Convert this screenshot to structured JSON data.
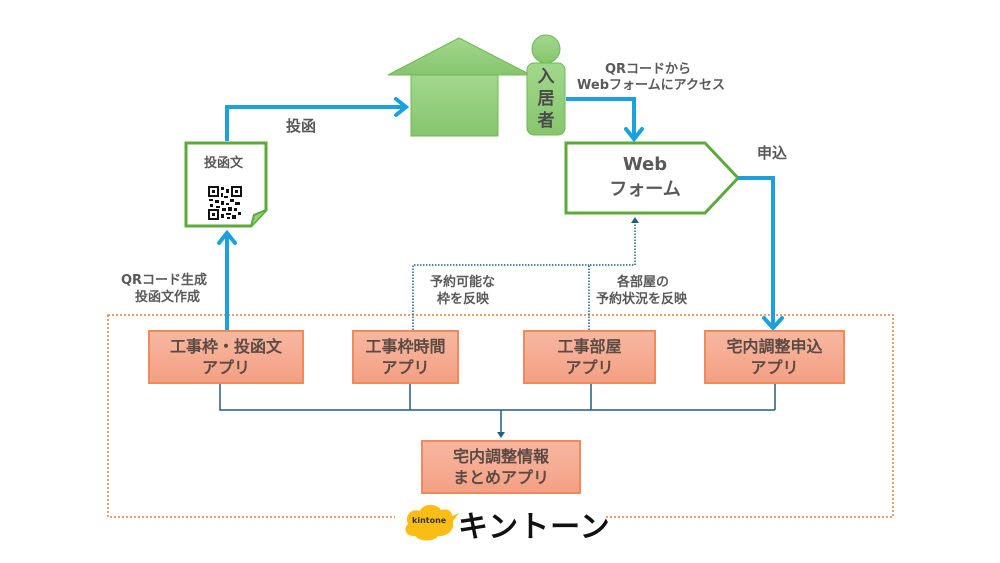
{
  "nodes": {
    "house": {
      "icon": "house-icon"
    },
    "resident": {
      "label_chars": [
        "入",
        "居",
        "者"
      ]
    },
    "notice": {
      "label": "投函文",
      "icon": "qr-code-icon"
    },
    "web_form": {
      "line1": "Web",
      "line2": "フォーム"
    }
  },
  "edge_labels": {
    "post": "投函",
    "qr_access_1": "QRコードから",
    "qr_access_2": "Webフォームにアクセス",
    "apply": "申込",
    "qr_gen_1": "QRコード生成",
    "qr_gen_2": "投函文作成",
    "slot_reflect_1": "予約可能な",
    "slot_reflect_2": "枠を反映",
    "room_reflect_1": "各部屋の",
    "room_reflect_2": "予約状況を反映"
  },
  "apps": [
    {
      "line1": "工事枠・投函文",
      "line2": "アプリ"
    },
    {
      "line1": "工事枠時間",
      "line2": "アプリ"
    },
    {
      "line1": "工事部屋",
      "line2": "アプリ"
    },
    {
      "line1": "宅内調整申込",
      "line2": "アプリ"
    }
  ],
  "summary_app": {
    "line1": "宅内調整情報",
    "line2": "まとめアプリ"
  },
  "platform": {
    "badge": "kintone",
    "name": "キントーン"
  },
  "colors": {
    "flow_arrow": "#1ba1dc",
    "data_line": "#1f5f86",
    "green": "#5aab3a",
    "green_fill": "#93cf7c",
    "app_border": "#f08a5d",
    "app_fill": "#f5a98c",
    "platform_frame": "#ec7c3c",
    "kintone_yellow": "#fbbd15"
  }
}
